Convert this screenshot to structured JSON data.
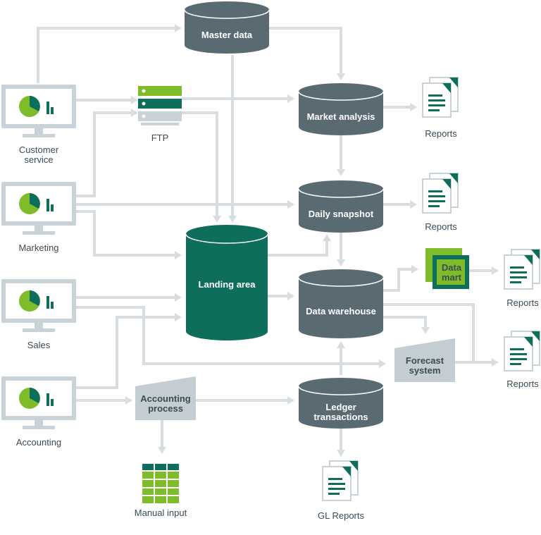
{
  "sources": {
    "customer_service": [
      "Customer",
      "service"
    ],
    "marketing": "Marketing",
    "sales": "Sales",
    "accounting": "Accounting"
  },
  "nodes": {
    "ftp": "FTP",
    "master_data": "Master data",
    "market_analysis": "Market analysis",
    "daily_snapshot": "Daily snapshot",
    "landing_area": "Landing area",
    "data_warehouse": "Data warehouse",
    "data_mart": [
      "Data",
      "mart"
    ],
    "forecast_system": [
      "Forecast",
      "system"
    ],
    "accounting_process": [
      "Accounting",
      "process"
    ],
    "ledger_transactions": [
      "Ledger",
      "transactions"
    ],
    "manual_input": "Manual input"
  },
  "outputs": {
    "reports": "Reports",
    "gl_reports": "GL Reports"
  },
  "colors": {
    "db_dark": "#5a6a72",
    "db_green": "#0f6d5b",
    "accent_green": "#7fbc2a",
    "monitor": "#c9d2d6",
    "arrow": "#d7dde0",
    "doc_green": "#0f6d5b"
  }
}
